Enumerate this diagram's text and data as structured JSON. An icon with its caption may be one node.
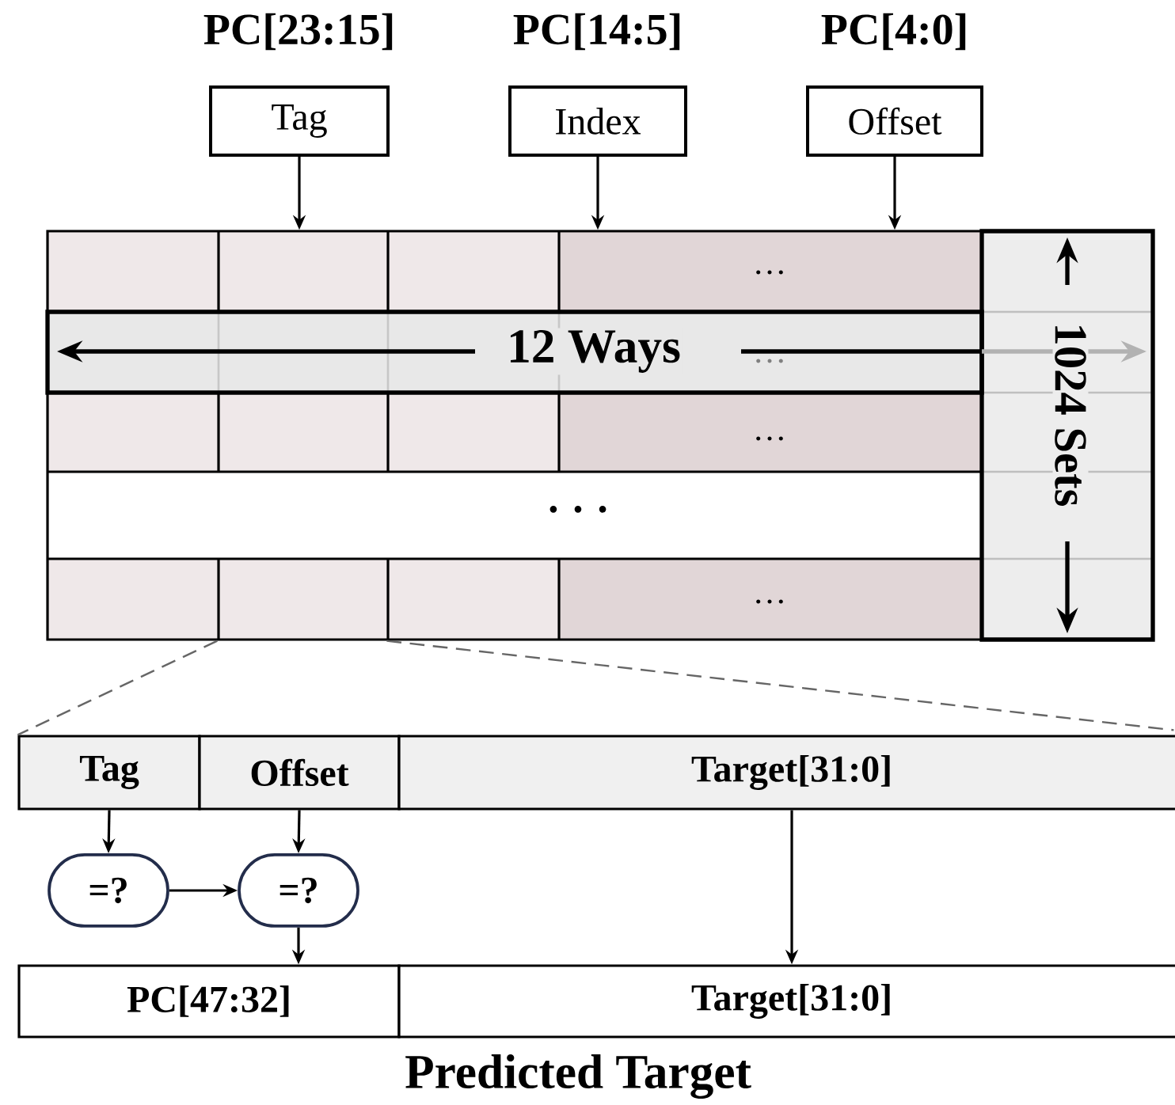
{
  "diagram": {
    "caption": "Predicted Target",
    "nodes": [
      {
        "text": [
          "PC[23:15]",
          "Tag"
        ]
      },
      {
        "text": [
          "PC[14:5]",
          "Index"
        ]
      },
      {
        "text": [
          "PC[4:0]",
          "Offset"
        ]
      },
      {
        "text": [],
        "shape": "box"
      },
      {
        "text": [
          "Tag"
        ]
      },
      {
        "text": [
          "Offset"
        ]
      },
      {
        "text": [
          "Target[31:0]"
        ]
      },
      {
        "text": [
          "=?"
        ]
      },
      {
        "text": [
          "=?"
        ]
      },
      {
        "text": [
          "PC[47:32]"
        ]
      },
      {
        "text": [
          "Target[31:0]"
        ]
      }
    ],
    "edges": [
      {
        "from": 0,
        "to": 3,
        "arrow": "to"
      },
      {
        "from": 1,
        "to": 3,
        "arrow": "to"
      },
      {
        "from": 2,
        "to": 3,
        "arrow": "to"
      },
      {
        "from": 4,
        "to": 7,
        "arrow": "to"
      },
      {
        "from": 5,
        "to": 8,
        "arrow": "to"
      },
      {
        "from": 7,
        "to": 8,
        "arrow": "to"
      },
      {
        "from": 8,
        "to": 9,
        "arrow": "to"
      },
      {
        "from": 6,
        "to": 10,
        "arrow": "to"
      },
      {
        "from": 3,
        "to": 4,
        "arrow": "none",
        "style": "dashed",
        "color": "#666666"
      },
      {
        "from": 3,
        "to": 6,
        "arrow": "none",
        "style": "dashed",
        "color": "#666666"
      }
    ],
    "labels": [
      "…",
      "12 Ways",
      "…",
      "1024 Sets",
      "…",
      "· · ·",
      "…"
    ]
  }
}
